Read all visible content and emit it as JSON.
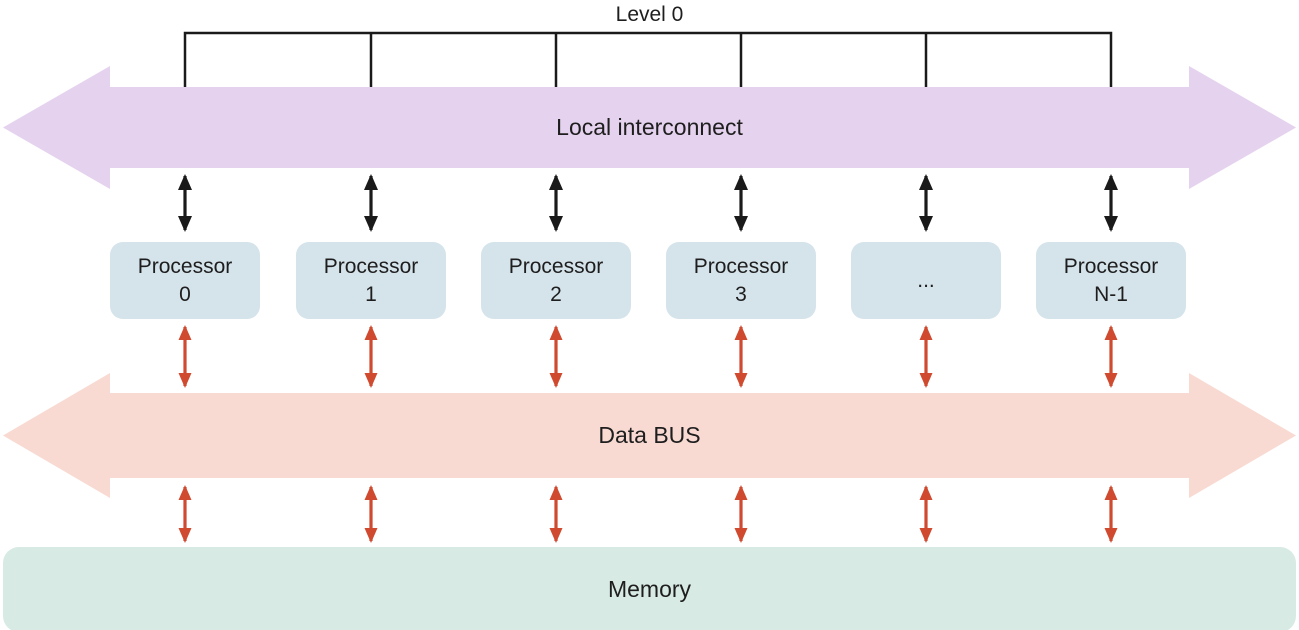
{
  "title": "Level 0",
  "local_interconnect": {
    "label": "Local interconnect",
    "fill": "#e5d2ee"
  },
  "data_bus": {
    "label": "Data BUS",
    "fill": "#f8dad2"
  },
  "memory": {
    "label": "Memory",
    "fill": "#d8eae4"
  },
  "processors": [
    {
      "line1": "Processor",
      "line2": "0"
    },
    {
      "line1": "Processor",
      "line2": "1"
    },
    {
      "line1": "Processor",
      "line2": "2"
    },
    {
      "line1": "Processor",
      "line2": "3"
    },
    {
      "line1": "...",
      "line2": ""
    },
    {
      "line1": "Processor",
      "line2": "N-1"
    }
  ],
  "colors": {
    "processor_fill": "#d5e3eb",
    "red_arrow": "#cf4a2e",
    "black": "#1a1a1a",
    "text": "#1e1e1e"
  }
}
